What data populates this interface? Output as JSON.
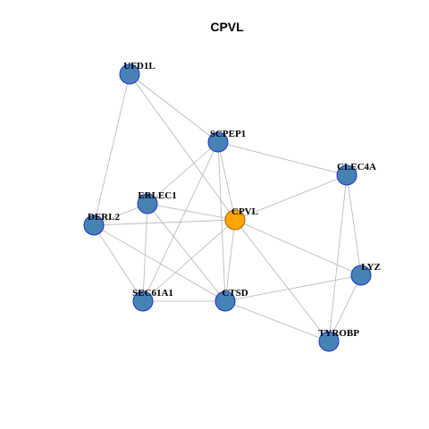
{
  "title": "CPVL",
  "colors": {
    "background": "#ffffff",
    "edge": "#b3b3b3",
    "node_fill": "#4682b4",
    "node_border": "#1a33cc",
    "hub_fill": "#ffa500",
    "hub_border": "#a06400",
    "label": "#000000"
  },
  "nodes": [
    {
      "id": "UFD1L",
      "label": "UFD1L",
      "hub": false
    },
    {
      "id": "SCPEP1",
      "label": "SCPEP1",
      "hub": false
    },
    {
      "id": "CLEC4A",
      "label": "CLEC4A",
      "hub": false
    },
    {
      "id": "ERLEC1",
      "label": "ERLEC1",
      "hub": false
    },
    {
      "id": "CPVL",
      "label": "CPVL",
      "hub": true
    },
    {
      "id": "DERL2",
      "label": "DERL2",
      "hub": false
    },
    {
      "id": "LYZ",
      "label": "LYZ",
      "hub": false
    },
    {
      "id": "SEC61A1",
      "label": "SEC61A1",
      "hub": false
    },
    {
      "id": "CTSD",
      "label": "CTSD",
      "hub": false
    },
    {
      "id": "TYROBP",
      "label": "TYROBP",
      "hub": false
    }
  ],
  "edges": [
    [
      "UFD1L",
      "SCPEP1"
    ],
    [
      "UFD1L",
      "CPVL"
    ],
    [
      "UFD1L",
      "DERL2"
    ],
    [
      "SCPEP1",
      "CLEC4A"
    ],
    [
      "SCPEP1",
      "ERLEC1"
    ],
    [
      "SCPEP1",
      "CPVL"
    ],
    [
      "SCPEP1",
      "SEC61A1"
    ],
    [
      "SCPEP1",
      "CTSD"
    ],
    [
      "CLEC4A",
      "CPVL"
    ],
    [
      "CLEC4A",
      "LYZ"
    ],
    [
      "CLEC4A",
      "TYROBP"
    ],
    [
      "ERLEC1",
      "CPVL"
    ],
    [
      "ERLEC1",
      "DERL2"
    ],
    [
      "ERLEC1",
      "SEC61A1"
    ],
    [
      "ERLEC1",
      "CTSD"
    ],
    [
      "DERL2",
      "CPVL"
    ],
    [
      "DERL2",
      "SEC61A1"
    ],
    [
      "DERL2",
      "CTSD"
    ],
    [
      "CPVL",
      "LYZ"
    ],
    [
      "CPVL",
      "SEC61A1"
    ],
    [
      "CPVL",
      "CTSD"
    ],
    [
      "CPVL",
      "TYROBP"
    ],
    [
      "LYZ",
      "CTSD"
    ],
    [
      "LYZ",
      "TYROBP"
    ],
    [
      "SEC61A1",
      "CTSD"
    ],
    [
      "CTSD",
      "TYROBP"
    ]
  ]
}
